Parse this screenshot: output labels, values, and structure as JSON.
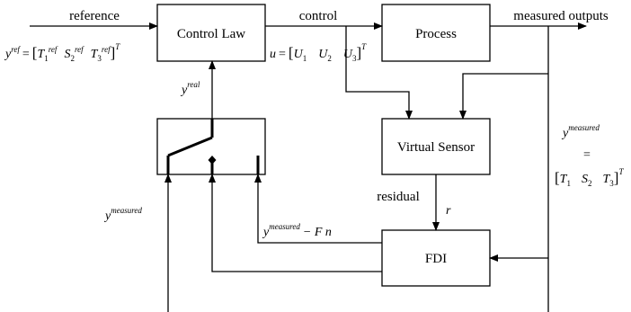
{
  "colors": {
    "stroke": "#000000",
    "background": "#ffffff"
  },
  "blocks": {
    "control_law": "Control Law",
    "process": "Process",
    "virtual_sensor": "Virtual Sensor",
    "fdi": "FDI"
  },
  "signals": {
    "reference": "reference",
    "control": "control",
    "measured_outputs": "measured outputs",
    "residual": "residual",
    "r": "r"
  },
  "equations": {
    "y_ref": {
      "base": "y",
      "sup": "ref",
      "eq": "=",
      "open": "[",
      "t1": "T",
      "t1_sub": "1",
      "t1_sup": "ref",
      "s2": "S",
      "s2_sub": "2",
      "s2_sup": "ref",
      "t3": "T",
      "t3_sub": "3",
      "t3_sup": "ref",
      "close": "]",
      "transpose": "T"
    },
    "u": {
      "lhs": "u",
      "eq": "=",
      "open": "[",
      "v1": "U",
      "v1_sub": "1",
      "v2": "U",
      "v2_sub": "2",
      "v3": "U",
      "v3_sub": "3",
      "close": "]",
      "transpose": "T"
    },
    "y_real": {
      "base": "y",
      "sup": "real"
    },
    "y_measured_right": {
      "base": "y",
      "sup": "measured",
      "eq": "=",
      "open": "[",
      "m1": "T",
      "m1_sub": "1",
      "m2": "S",
      "m2_sub": "2",
      "m3": "T",
      "m3_sub": "3",
      "close": "]",
      "transpose": "T"
    },
    "y_measured_left": {
      "base": "y",
      "sup": "measured"
    },
    "y_measured_fn": {
      "base": "y",
      "sup": "measured",
      "rest": "− F n"
    }
  }
}
